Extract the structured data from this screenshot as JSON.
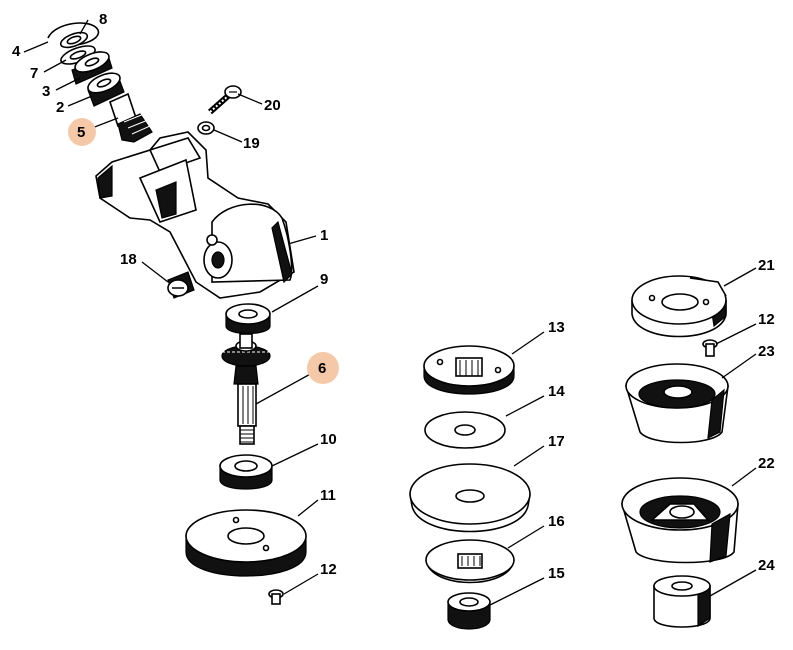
{
  "diagram": {
    "highlight_color": "#f5c9a8",
    "labels": {
      "p1": "1",
      "p2": "2",
      "p3": "3",
      "p4": "4",
      "p5": "5",
      "p6": "6",
      "p7": "7",
      "p8": "8",
      "p9": "9",
      "p10": "10",
      "p11": "11",
      "p12a": "12",
      "p12b": "12",
      "p13": "13",
      "p14": "14",
      "p15": "15",
      "p16": "16",
      "p17": "17",
      "p18": "18",
      "p19": "19",
      "p20": "20",
      "p21": "21",
      "p22": "22",
      "p23": "23",
      "p24": "24"
    }
  }
}
